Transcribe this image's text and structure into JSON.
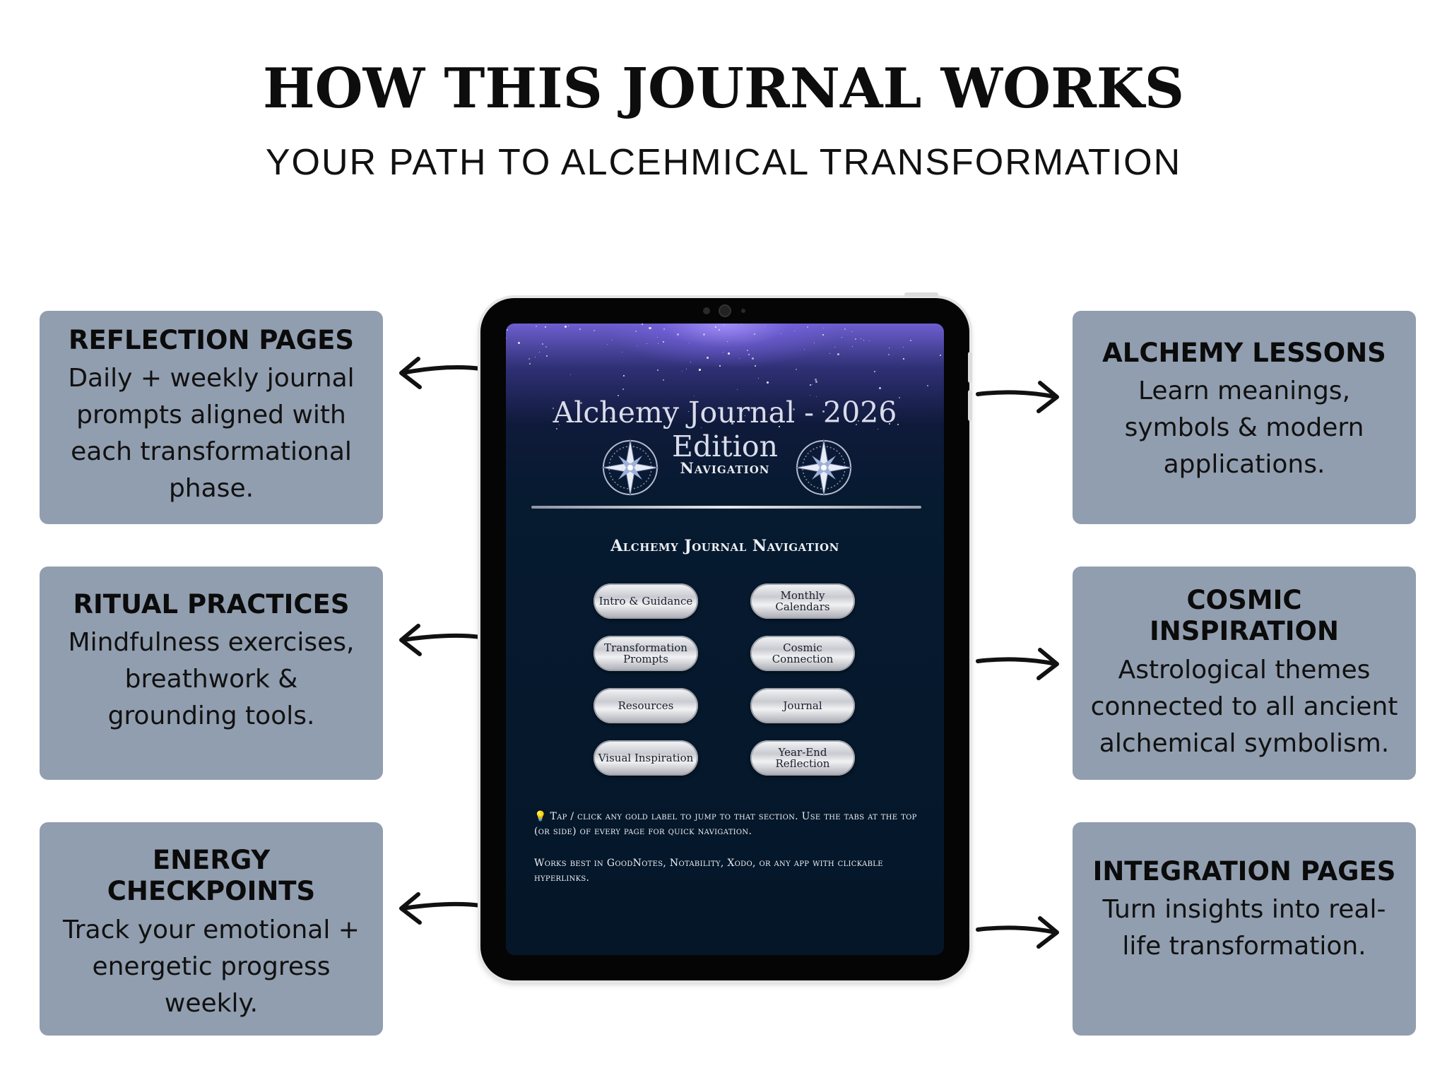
{
  "header": {
    "title": "HOW THIS JOURNAL WORKS",
    "subtitle": "YOUR PATH TO ALCEHMICAL TRANSFORMATION"
  },
  "cards": {
    "reflection": {
      "title": "REFLECTION PAGES",
      "text": "Daily + weekly journal prompts aligned with each transformational phase."
    },
    "ritual": {
      "title": "RITUAL PRACTICES",
      "text": "Mindfulness exercises, breathwork & grounding tools."
    },
    "energy": {
      "title": "ENERGY CHECKPOINTS",
      "text": "Track your emotional + energetic progress weekly."
    },
    "lessons": {
      "title": "ALCHEMY LESSONS",
      "text": "Learn meanings, symbols & modern applications."
    },
    "cosmic": {
      "title": "COSMIC INSPIRATION",
      "text": "Astrological themes connected to all ancient alchemical symbolism."
    },
    "integration": {
      "title": "INTEGRATION PAGES",
      "text": "Turn insights into real-life transformation."
    }
  },
  "screen": {
    "title": "Alchemy Journal - 2026 Edition",
    "navigation_label": "Navigation",
    "nav_heading": "Alchemy Journal Navigation",
    "buttons": [
      "Intro & Guidance",
      "Monthly Calendars",
      "Transformation Prompts",
      "Cosmic Connection",
      "Resources",
      "Journal",
      "Visual Inspiration",
      "Year-End Reflection"
    ],
    "note_1": "💡 Tap / click any gold label to jump to that section. Use the tabs at the top (or side) of every page for quick navigation.",
    "note_2": "Works best in GoodNotes, Notability, Xodo, or any app with clickable hyperlinks."
  },
  "colors": {
    "card_bg": "#919eaf",
    "screen_bg": "#061a30",
    "text": "#111111"
  }
}
